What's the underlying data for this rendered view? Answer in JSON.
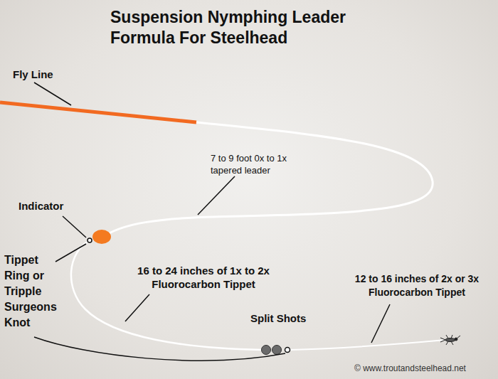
{
  "diagram": {
    "title": "Suspension Nymphing Leader Formula For Steelhead",
    "labels": [
      "Fly Line",
      "7 to 9 foot 0x to 1x tapered leader",
      "Indicator",
      "Tippet Ring or Tripple Surgeons Knot",
      "16 to 24 inches of 1x to 2x Fluorocarbon Tippet",
      "Split Shots",
      "12 to 16 inches of 2x or 3x Fluorocarbon Tippet",
      "© www.troutandsteelhead.net"
    ]
  }
}
